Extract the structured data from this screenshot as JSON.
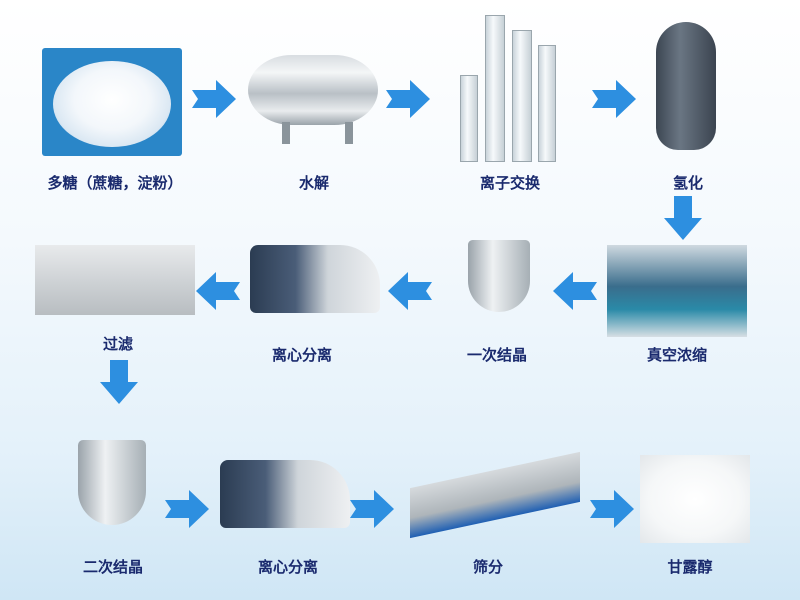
{
  "diagram": {
    "type": "process-flow",
    "colors": {
      "arrow": "#2d8fe0",
      "label": "#1a2a6e",
      "background_top": "#ffffff",
      "background_bottom": "#cfe6f5"
    },
    "steps": [
      {
        "id": 1,
        "label": "多糖（蔗糖，淀粉）",
        "icon": "sugar-crystals-image"
      },
      {
        "id": 2,
        "label": "水解",
        "icon": "horizontal-tank-image"
      },
      {
        "id": 3,
        "label": "离子交换",
        "icon": "ion-exchange-columns-image"
      },
      {
        "id": 4,
        "label": "氢化",
        "icon": "hydrogenation-vessel-image"
      },
      {
        "id": 5,
        "label": "真空浓缩",
        "icon": "vacuum-evaporator-image"
      },
      {
        "id": 6,
        "label": "一次结晶",
        "icon": "crystallizer-reactor-image"
      },
      {
        "id": 7,
        "label": "离心分离",
        "icon": "centrifuge-image"
      },
      {
        "id": 8,
        "label": "过滤",
        "icon": "filter-press-image"
      },
      {
        "id": 9,
        "label": "二次结晶",
        "icon": "crystallizer-reactor-image"
      },
      {
        "id": 10,
        "label": "离心分离",
        "icon": "centrifuge-image"
      },
      {
        "id": 11,
        "label": "筛分",
        "icon": "vibrating-sieve-image"
      },
      {
        "id": 12,
        "label": "甘露醇",
        "icon": "white-powder-image"
      }
    ],
    "flow": [
      [
        1,
        2
      ],
      [
        2,
        3
      ],
      [
        3,
        4
      ],
      [
        4,
        5
      ],
      [
        5,
        6
      ],
      [
        6,
        7
      ],
      [
        7,
        8
      ],
      [
        8,
        9
      ],
      [
        9,
        10
      ],
      [
        10,
        11
      ],
      [
        11,
        12
      ]
    ]
  }
}
